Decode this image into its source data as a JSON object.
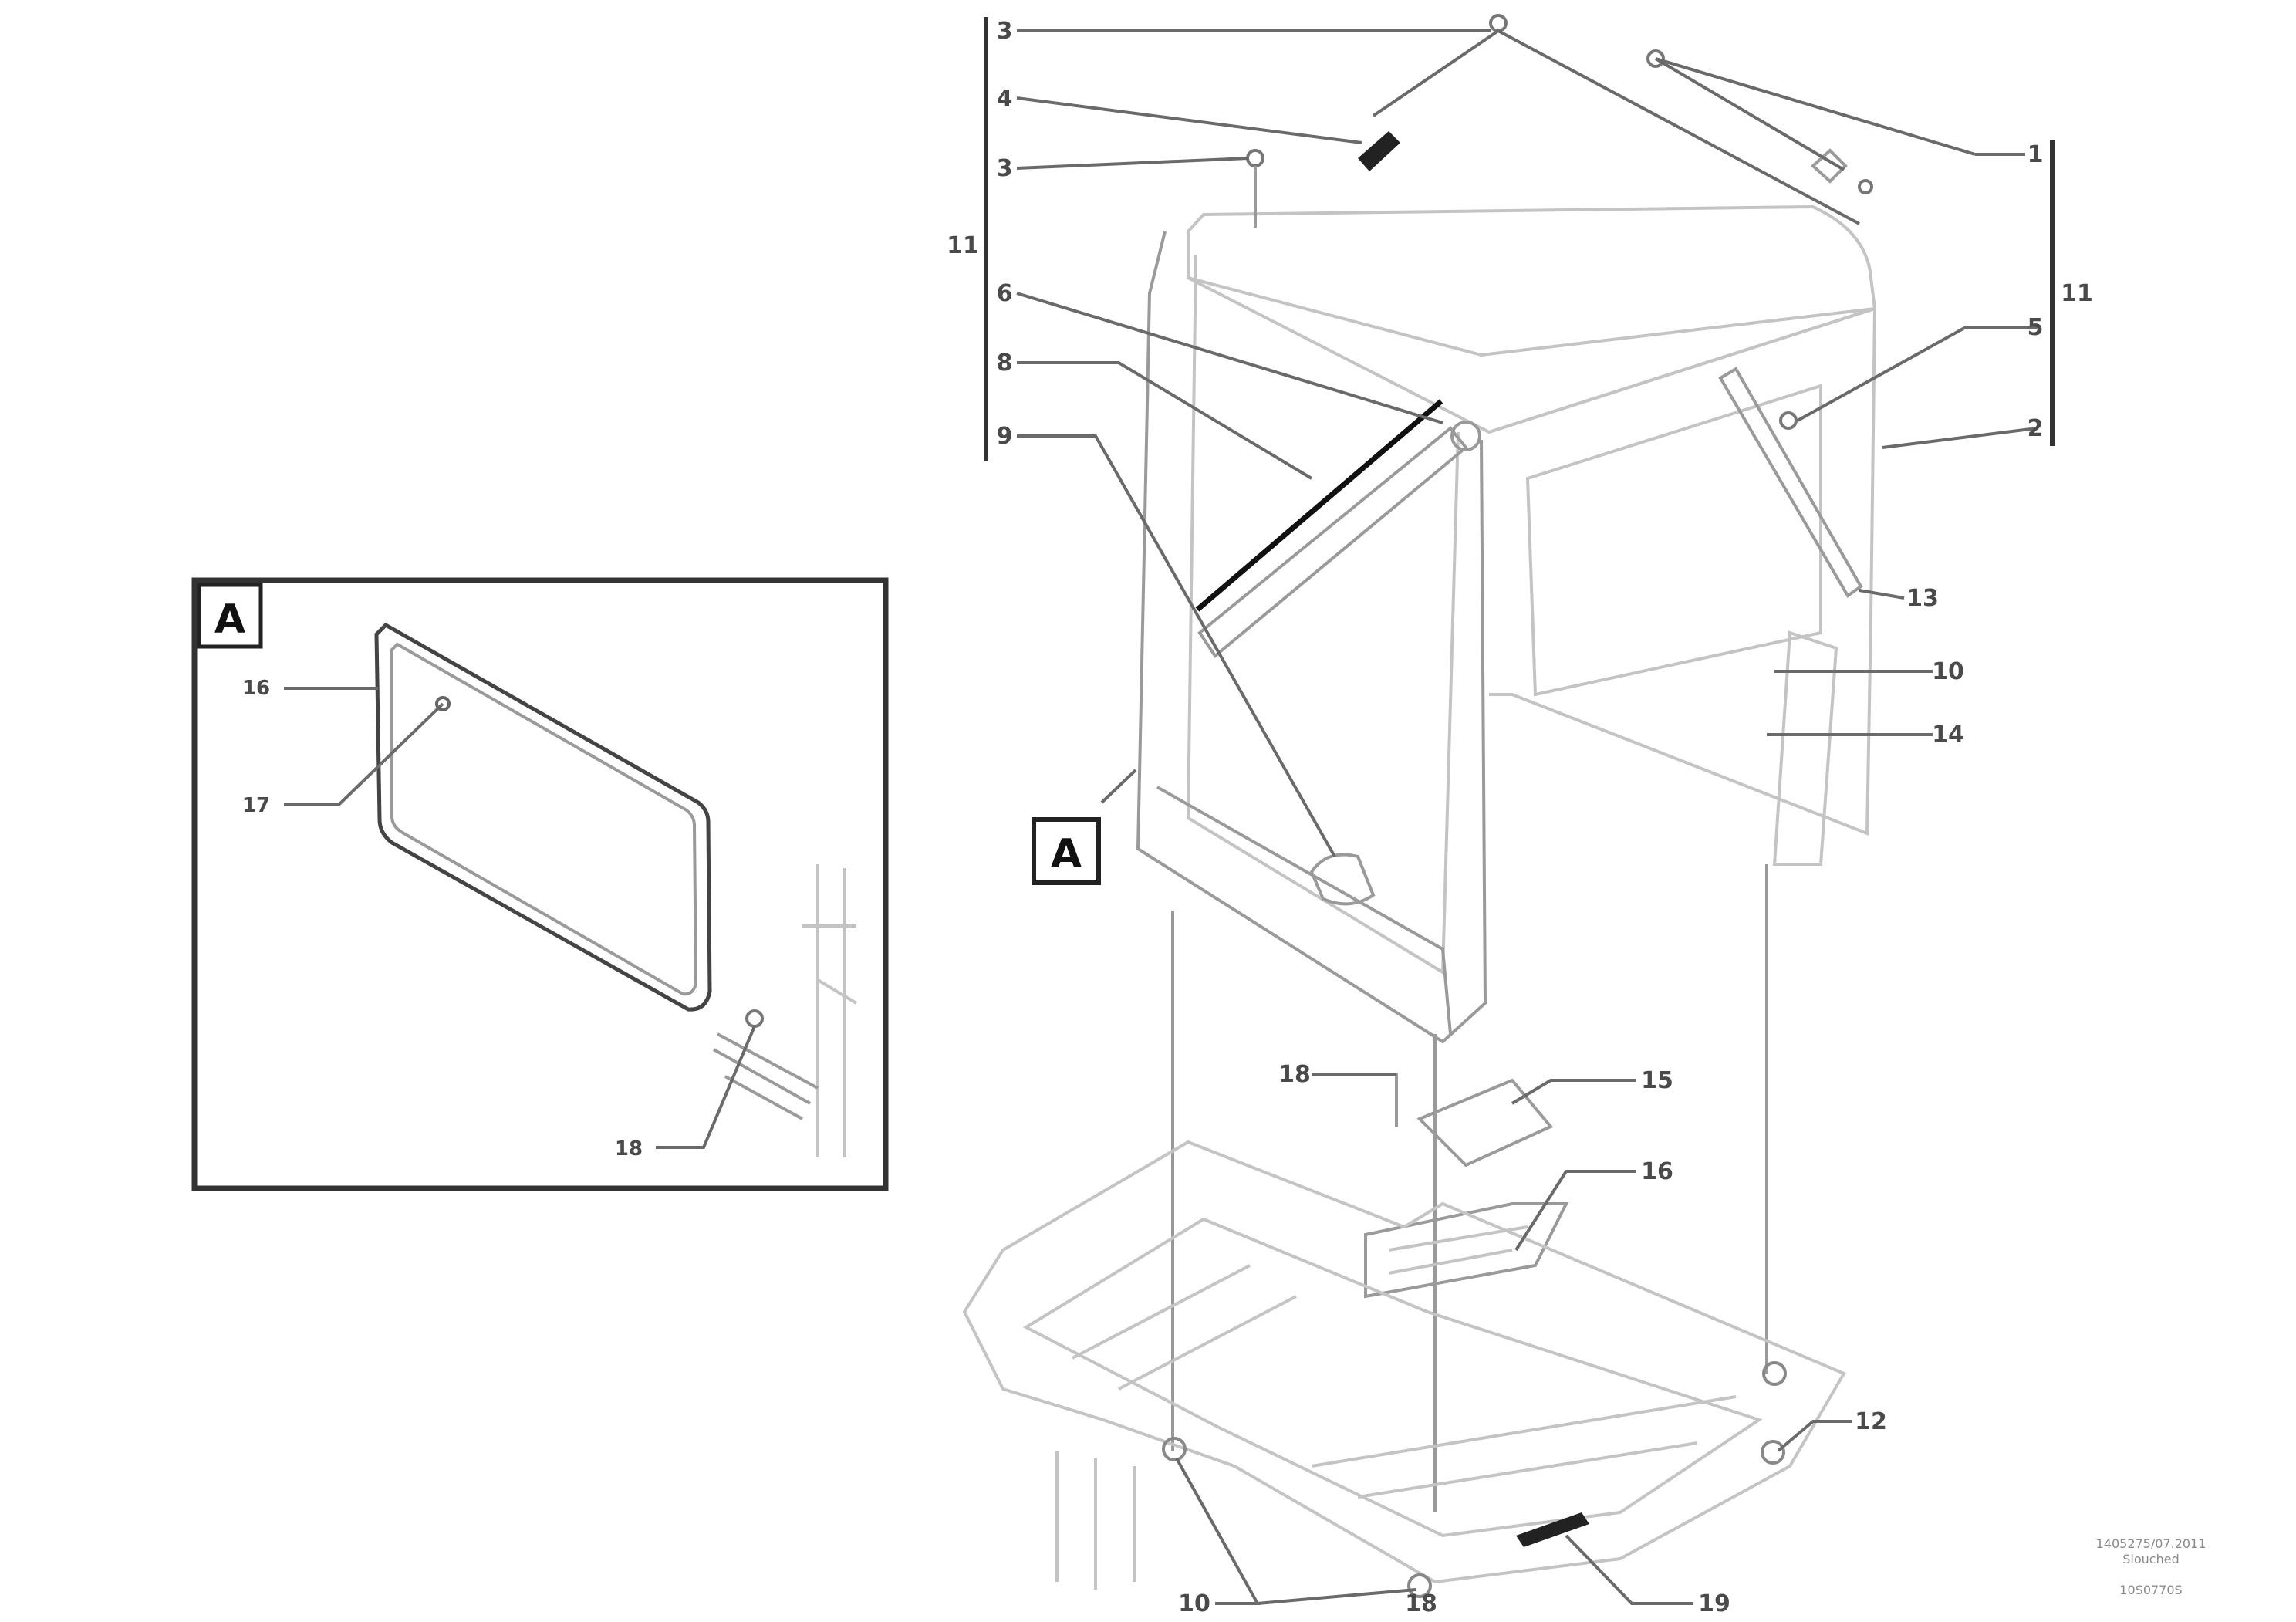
{
  "callouts": {
    "c_3_top": "3",
    "c_4": "4",
    "c_3": "3",
    "c_11_left": "11",
    "c_6": "6",
    "c_8": "8",
    "c_9": "9",
    "c_1": "1",
    "c_11_right": "11",
    "c_5": "5",
    "c_2": "2",
    "c_13": "13",
    "c_10": "10",
    "c_14_r": "14",
    "c_15": "15",
    "c_16": "16",
    "c_18_mid": "18",
    "c_12": "12",
    "c_19": "19",
    "c_10_bot": "10",
    "c_18_bot": "18",
    "detail_16": "16",
    "detail_17": "17",
    "detail_18": "18"
  },
  "view_label": "A",
  "detail": {
    "label": "A"
  },
  "doc_reference": {
    "line1": "1405275/07.2011",
    "line2": "Slouched",
    "line3": "10S0770S"
  },
  "colors": {
    "line": "#6a6a6a",
    "faint_part": "#c4c4c4",
    "frame": "#333333"
  }
}
